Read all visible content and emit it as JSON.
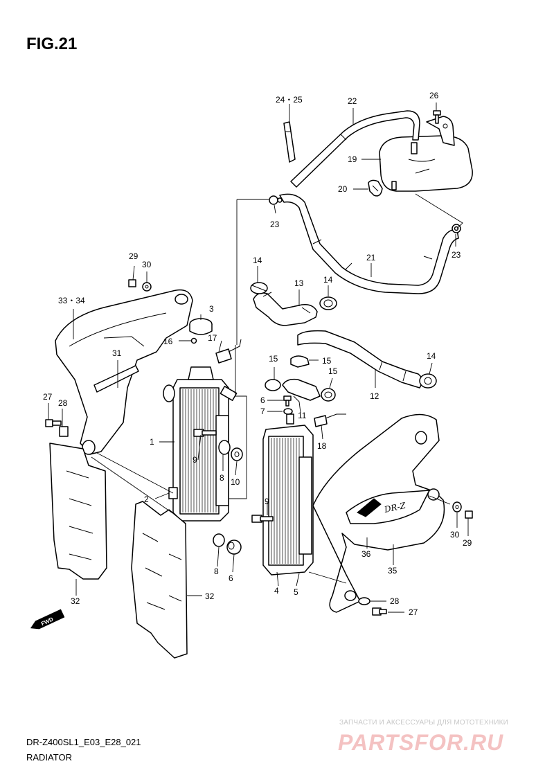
{
  "figure": {
    "title": "FIG.21",
    "model_code": "DR-Z400SL1_E03_E28_021",
    "group_name": "RADIATOR"
  },
  "decal_text": "DR-Z",
  "direction_arrow": {
    "label": "FWD",
    "icon": "forward-arrow-icon"
  },
  "callouts": {
    "c1": "1",
    "c2": "2",
    "c3": "3",
    "c4": "4",
    "c5": "5",
    "c6a": "6",
    "c6b": "6",
    "c7": "7",
    "c8a": "8",
    "c8b": "8",
    "c9a": "9",
    "c9b": "9",
    "c10": "10",
    "c11": "11",
    "c12": "12",
    "c13": "13",
    "c14a": "14",
    "c14b": "14",
    "c14c": "14",
    "c15a": "15",
    "c15b": "15",
    "c15c": "15",
    "c16": "16",
    "c17": "17",
    "c18": "18",
    "c19": "19",
    "c20": "20",
    "c21": "21",
    "c22": "22",
    "c23a": "23",
    "c23b": "23",
    "c2425": "24・25",
    "c26": "26",
    "c27a": "27",
    "c27b": "27",
    "c28a": "28",
    "c28b": "28",
    "c29a": "29",
    "c29b": "29",
    "c30a": "30",
    "c30b": "30",
    "c31": "31",
    "c32a": "32",
    "c32b": "32",
    "c3334": "33・34",
    "c35": "35",
    "c36": "36"
  },
  "watermark": {
    "top_line": "ЗАПЧАСТИ И АКСЕССУАРЫ ДЛЯ МОТОТЕХНИКИ",
    "bottom_line": "PARTSFOR.RU",
    "color": "#f4c2c2"
  }
}
